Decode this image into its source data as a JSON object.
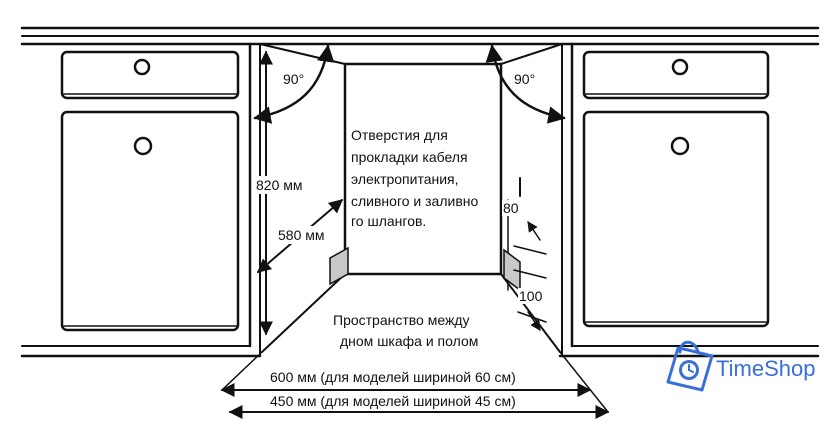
{
  "notes": {
    "openings_lines": [
      "Отверстия для",
      "прокладки кабеля",
      "электропитания,",
      "сливного и заливно",
      "го шлангов."
    ],
    "floor_gap_lines": [
      "Пространство между",
      "дном шкафа и полом"
    ]
  },
  "dimensions": {
    "angle_left": "90°",
    "angle_right": "90°",
    "height": "820 мм",
    "depth": "580 мм",
    "side_80": "80",
    "side_100": "100",
    "width_60": "600 мм (для моделей шириной 60 см)",
    "width_45": "450 мм (для моделей шириной 45 см)"
  },
  "brand": {
    "name": "TimeShop",
    "color": "#3a6fd8",
    "icon": "shopping-bag-clock-icon"
  },
  "colors": {
    "line": "#111111",
    "cutout_fill": "#c8c8c8"
  }
}
